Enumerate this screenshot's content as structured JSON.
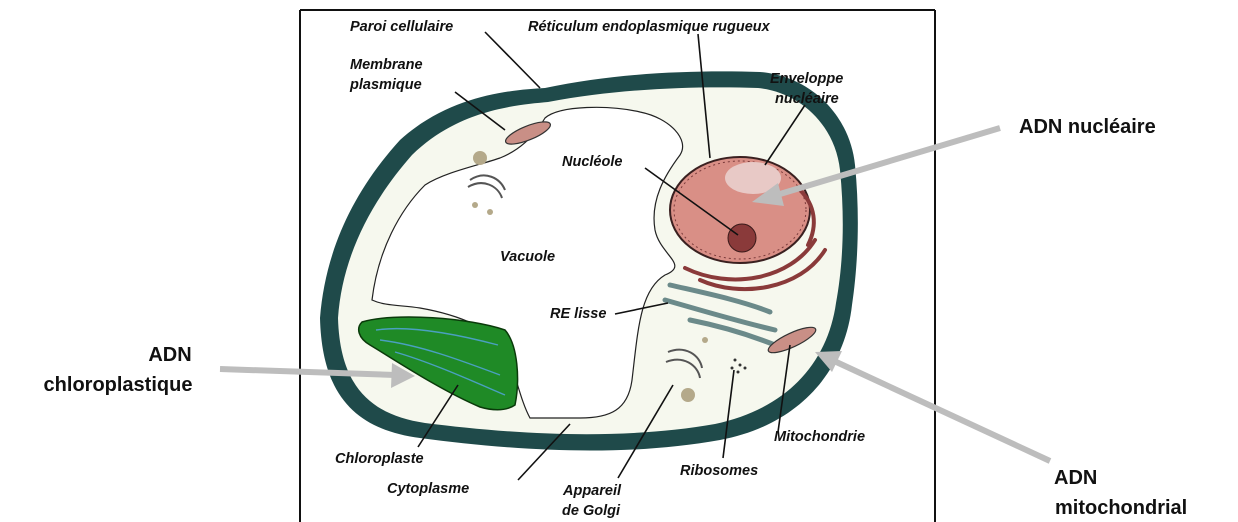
{
  "diagram": {
    "labels": {
      "paroi": "Paroi cellulaire",
      "reticulum": "Réticulum endoplasmique  rugueux",
      "membrane_line1": "Membrane",
      "membrane_line2": "plasmique",
      "enveloppe_line1": "Enveloppe",
      "enveloppe_line2": "nucléaire",
      "nucleole": "Nucléole",
      "vacuole": "Vacuole",
      "re_lisse": "RE lisse",
      "mitochondrie": "Mitochondrie",
      "chloroplaste": "Chloroplaste",
      "cytoplasme": "Cytoplasme",
      "appareil_line1": "Appareil",
      "appareil_line2": "de Golgi",
      "ribosomes": "Ribosomes"
    },
    "callouts": {
      "nucleaire": "ADN nucléaire",
      "chloro_line1": "ADN",
      "chloro_line2": "chloroplastique",
      "mito_line1": "ADN",
      "mito_line2": "mitochondrial"
    },
    "colors": {
      "cell_wall": "#1f4a4a",
      "cytoplasm": "#f6f8ee",
      "nucleus": "#d98f86",
      "chloroplast": "#1f8a26",
      "arrow": "#bdbdbd"
    }
  }
}
